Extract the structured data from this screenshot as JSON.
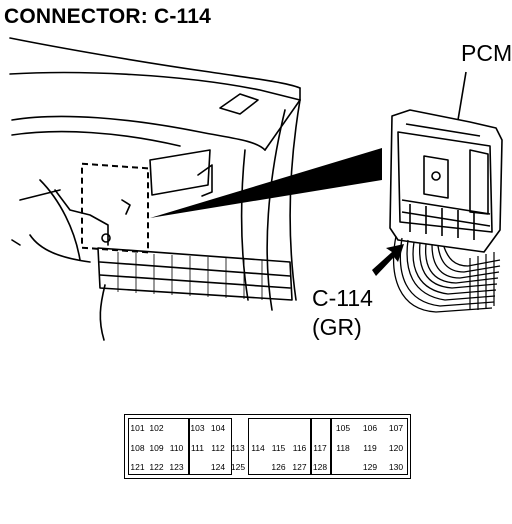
{
  "title": "CONNECTOR: C-114",
  "labels": {
    "module": "PCM",
    "connector_id": "C-114",
    "connector_color": "(GR)"
  },
  "pin_table": {
    "rows": [
      [
        "101",
        "102",
        "",
        "103",
        "104",
        "",
        "",
        "",
        "",
        "",
        "105",
        "106",
        "107"
      ],
      [
        "108",
        "109",
        "110",
        "111",
        "112",
        "113",
        "114",
        "115",
        "116",
        "117",
        "118",
        "119",
        "120"
      ],
      [
        "121",
        "122",
        "123",
        "",
        "124",
        "125",
        "",
        "126",
        "127",
        "128",
        "",
        "129",
        "130"
      ]
    ]
  }
}
